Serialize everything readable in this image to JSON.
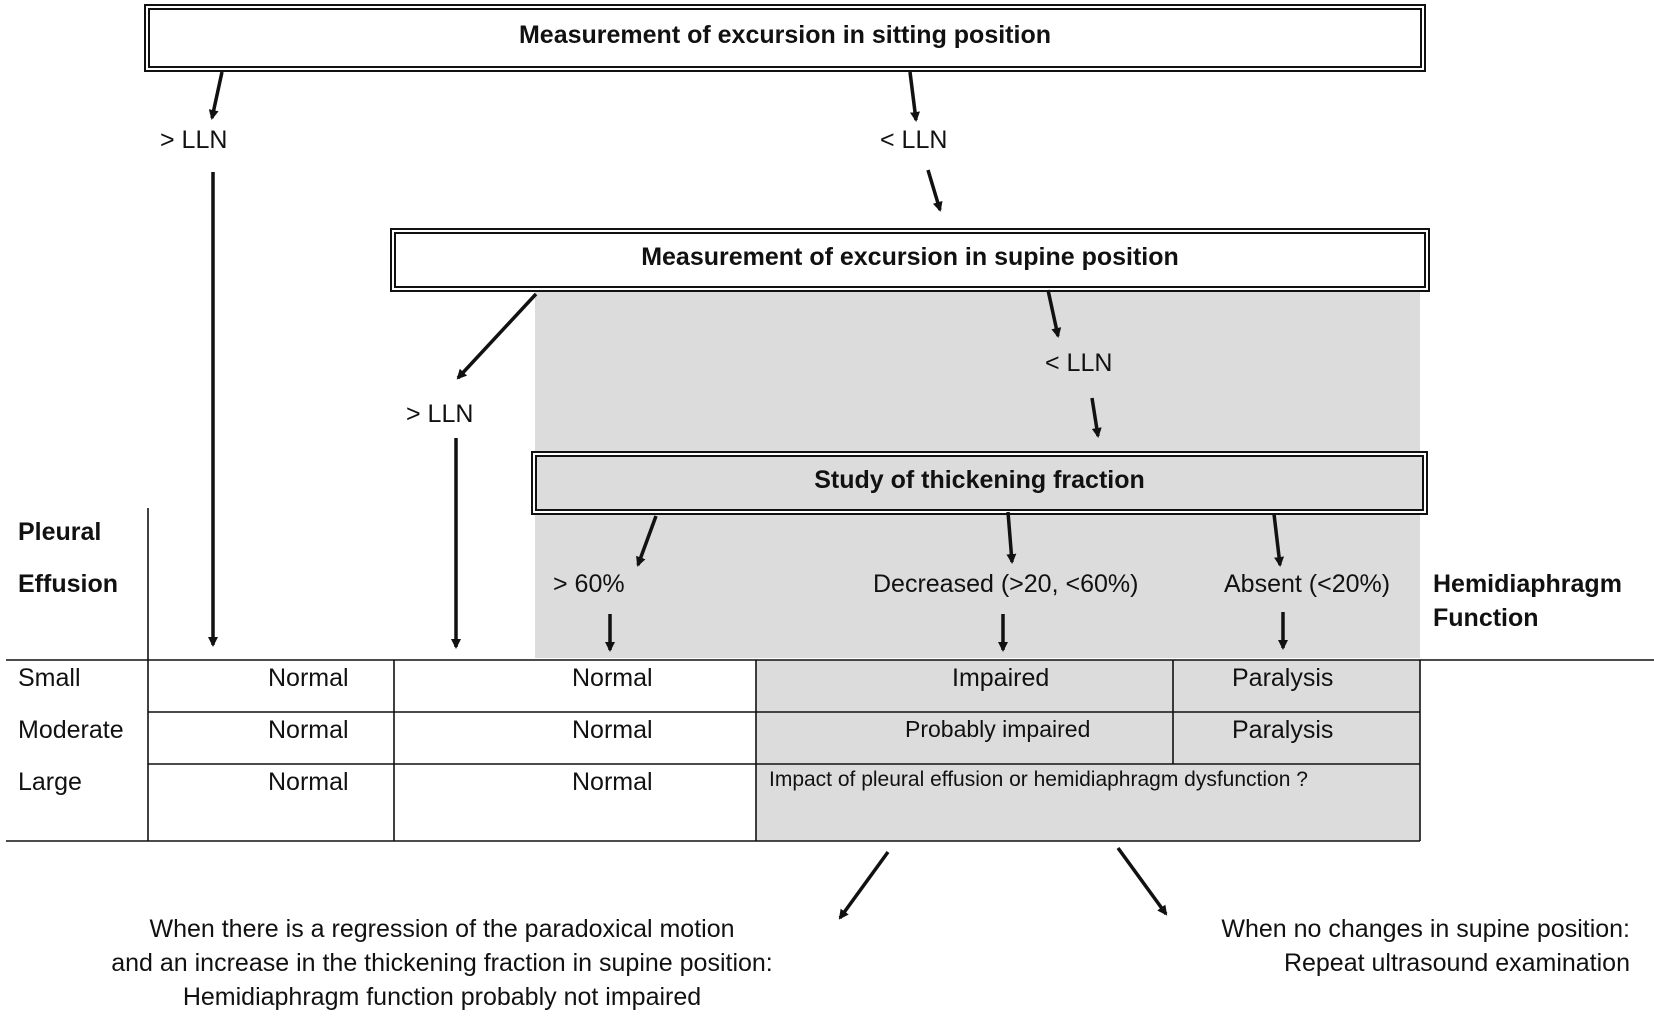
{
  "boxes": {
    "sitting": "Measurement of excursion in sitting position",
    "supine": "Measurement of excursion in supine position",
    "thickening": "Study of thickening fraction"
  },
  "branches": {
    "sitting_gt": "> LLN",
    "sitting_lt": "< LLN",
    "supine_gt": "> LLN",
    "supine_lt": "< LLN",
    "tf_gt60": "> 60%",
    "tf_decreased": "Decreased (>20, <60%)",
    "tf_absent": "Absent (<20%)"
  },
  "axis_labels": {
    "pleural_line1": "Pleural",
    "pleural_line2": "Effusion",
    "hemi_line1": "Hemidiaphragm",
    "hemi_line2": "Function"
  },
  "table": {
    "rows": [
      {
        "label": "Small",
        "c1": "Normal",
        "c2": "Normal",
        "c3": "Impaired",
        "c4": "Paralysis"
      },
      {
        "label": "Moderate",
        "c1": "Normal",
        "c2": "Normal",
        "c3": "Probably impaired",
        "c4": "Paralysis"
      },
      {
        "label": "Large",
        "c1": "Normal",
        "c2": "Normal",
        "c3": "Impact of pleural effusion or hemidiaphragm dysfunction ?"
      }
    ]
  },
  "notes": {
    "left_line1": "When there is a regression of the paradoxical motion",
    "left_line2": "and an increase in the thickening fraction in supine position:",
    "left_line3": "Hemidiaphragm function probably not impaired",
    "right_line1": "When no changes in supine position:",
    "right_line2": "Repeat ultrasound examination"
  },
  "colors": {
    "shade": "#dcdcdc",
    "line": "#111111"
  }
}
